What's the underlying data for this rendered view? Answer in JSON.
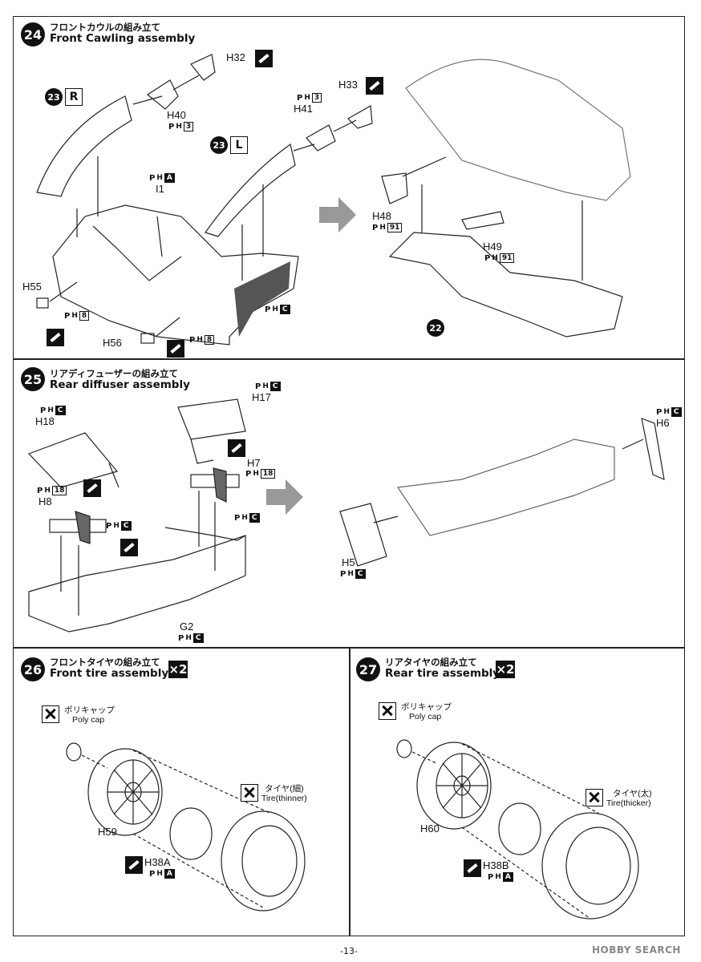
{
  "steps": {
    "s24": {
      "num": "24",
      "jp": "フロントカウルの組み立て",
      "en": "Front Cawling assembly"
    },
    "s25": {
      "num": "25",
      "jp": "リアディフューザーの組み立て",
      "en": "Rear diffuser assembly"
    },
    "s26": {
      "num": "26",
      "jp": "フロントタイヤの組み立て",
      "en": "Front tire assembly",
      "mult": "×2"
    },
    "s27": {
      "num": "27",
      "jp": "リアタイヤの組み立て",
      "en": "Rear tire assembly",
      "mult": "×2"
    }
  },
  "parts24": {
    "h32": "H32",
    "h33": "H33",
    "h40": "H40",
    "h41": "H41",
    "i1": "I1",
    "h55": "H55",
    "h56": "H56",
    "h48": "H48",
    "h49": "H49",
    "sub23": "23",
    "r": "R",
    "l": "L",
    "sub22": "22",
    "ph": "P",
    "phs": "H",
    "b3": "3",
    "bA": "A",
    "b8": "8",
    "bC": "C",
    "b91": "91"
  },
  "parts25": {
    "h17": "H17",
    "h18": "H18",
    "h7": "H7",
    "h8": "H8",
    "g2": "G2",
    "h6": "H6",
    "h5": "H5",
    "bC": "C",
    "b18": "18"
  },
  "parts26": {
    "polycap_jp": "ポリキャップ",
    "polycap_en": "Poly cap",
    "h59": "H59",
    "h38a": "H38A",
    "tire_jp": "タイヤ(細)",
    "tire_en": "Tire(thinner)",
    "bA": "A"
  },
  "parts27": {
    "polycap_jp": "ポリキャップ",
    "polycap_en": "Poly cap",
    "h60": "H60",
    "h38b": "H38B",
    "tire_jp": "タイヤ(太)",
    "tire_en": "Tire(thicker)",
    "bA": "A"
  },
  "footer": {
    "page": "-13-",
    "watermark": "HOBBY SEARCH"
  }
}
